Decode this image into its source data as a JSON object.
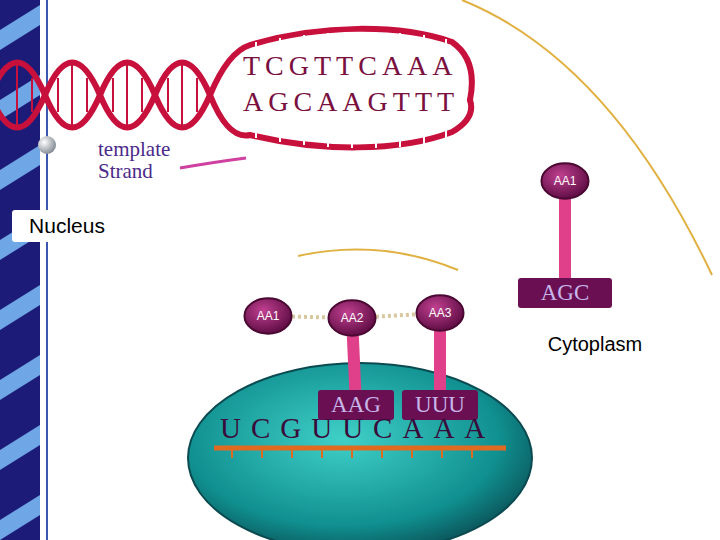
{
  "diagram": {
    "nodes": [
      {
        "text": [
          "AA1"
        ]
      },
      {
        "text": [
          "Nucleus"
        ]
      },
      {
        "text": [
          "AGC"
        ]
      },
      {
        "text": [
          "AA1"
        ]
      },
      {
        "text": [
          "AA2"
        ]
      },
      {
        "text": [
          "AA3"
        ]
      },
      {
        "text": [
          "Cytoplasm"
        ]
      },
      {
        "text": [
          "AAG"
        ]
      },
      {
        "text": [
          "UUU"
        ]
      }
    ],
    "edges": [
      {
        "from": 0,
        "to": 2,
        "arrow": "none"
      },
      {
        "from": 3,
        "to": 4,
        "arrow": "none"
      },
      {
        "from": 4,
        "to": 5,
        "arrow": "none"
      },
      {
        "from": 4,
        "to": 7,
        "arrow": "none"
      },
      {
        "from": 5,
        "to": 8,
        "arrow": "none"
      }
    ],
    "labels": [
      "TCGTTCAAA",
      "AGCAAGTTT",
      "template Strand",
      "UCGUUCAAA"
    ]
  }
}
